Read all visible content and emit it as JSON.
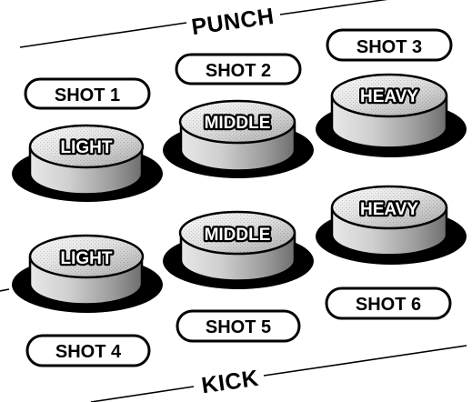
{
  "sections": {
    "punch": {
      "label": "PUNCH"
    },
    "kick": {
      "label": "KICK"
    }
  },
  "punch_buttons": [
    {
      "shot_label": "SHOT 1",
      "button_label": "LIGHT"
    },
    {
      "shot_label": "SHOT 2",
      "button_label": "MIDDLE"
    },
    {
      "shot_label": "SHOT 3",
      "button_label": "HEAVY"
    }
  ],
  "kick_buttons": [
    {
      "shot_label": "SHOT 4",
      "button_label": "LIGHT"
    },
    {
      "shot_label": "SHOT 5",
      "button_label": "MIDDLE"
    },
    {
      "shot_label": "SHOT 6",
      "button_label": "HEAVY"
    }
  ],
  "colors": {
    "ink": "#000000",
    "paper": "#ffffff",
    "button_light": "#f2f2f2",
    "button_dark": "#8a8a8a"
  }
}
